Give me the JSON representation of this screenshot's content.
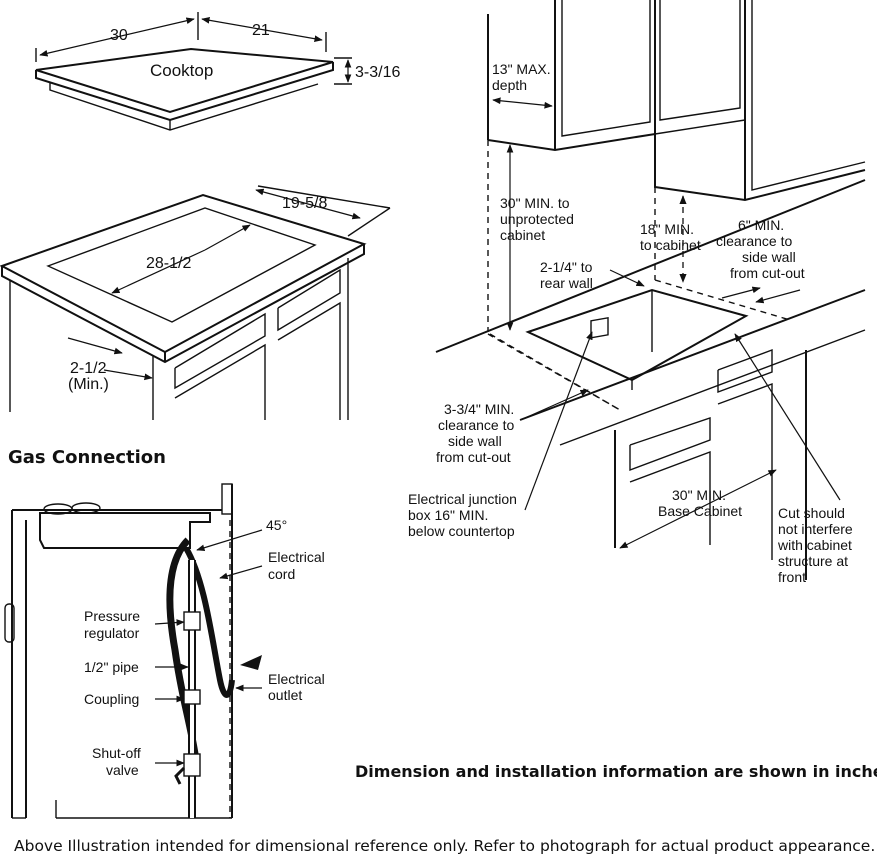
{
  "cooktop": {
    "label": "Cooktop",
    "dim_width": "30",
    "dim_depth": "21",
    "dim_height": "3-3/16"
  },
  "cutout": {
    "dim_depth": "19-5/8",
    "dim_width": "28-1/2",
    "dim_front_line1": "2-1/2",
    "dim_front_line2": "(Min.)"
  },
  "gas": {
    "heading": "Gas Connection",
    "angle": "45°",
    "electrical_cord": [
      "Electrical",
      "cord"
    ],
    "pressure_regulator": [
      "Pressure",
      "regulator"
    ],
    "pipe": "1/2\" pipe",
    "coupling": "Coupling",
    "electrical_outlet": [
      "Electrical",
      "outlet"
    ],
    "shutoff_valve": [
      "Shut-off",
      "valve"
    ]
  },
  "install": {
    "max_depth": [
      "13\" MAX.",
      "depth"
    ],
    "min_unprotected": [
      "30\" MIN. to",
      "unprotected",
      "cabinet"
    ],
    "min_cabinet": [
      "18\" MIN.",
      "to cabinet"
    ],
    "side_right": [
      "6\" MIN.",
      "clearance to",
      "side wall",
      "from cut-out"
    ],
    "rear_wall": [
      "2-1/4\" to",
      "rear wall"
    ],
    "side_left": [
      "3-3/4\" MIN.",
      "clearance to",
      "side wall",
      "from cut-out"
    ],
    "junction_box": [
      "Electrical junction",
      "box 16\" MIN.",
      "below countertop"
    ],
    "base_cabinet": [
      "30\" MIN.",
      "Base Cabinet"
    ],
    "cut_note": [
      "Cut should",
      "not interfere",
      "with cabinet",
      "structure at",
      "front"
    ]
  },
  "notes": {
    "dimensions": "Dimension and installation information are shown in inches.",
    "footer": "Above Illustration intended for dimensional reference only. Refer to photograph for actual product appearance."
  }
}
